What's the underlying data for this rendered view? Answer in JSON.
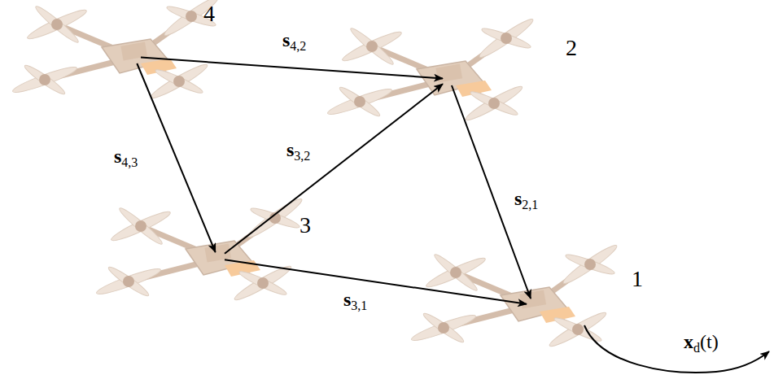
{
  "diagram": {
    "nodes": [
      {
        "text": [
          "4"
        ]
      },
      {
        "text": [
          "2"
        ]
      },
      {
        "text": [
          "3"
        ]
      },
      {
        "text": [
          "1"
        ]
      }
    ],
    "edges": [
      {
        "from": 0,
        "to": 1,
        "arrow": "to",
        "label": "s4,2"
      },
      {
        "from": 0,
        "to": 2,
        "arrow": "to",
        "label": "s4,3"
      },
      {
        "from": 2,
        "to": 1,
        "arrow": "to",
        "label": "s3,2"
      },
      {
        "from": 1,
        "to": 3,
        "arrow": "to",
        "label": "s2,1"
      },
      {
        "from": 2,
        "to": 3,
        "arrow": "to",
        "label": "s3,1"
      }
    ],
    "labels": [
      "xd(t)"
    ]
  }
}
